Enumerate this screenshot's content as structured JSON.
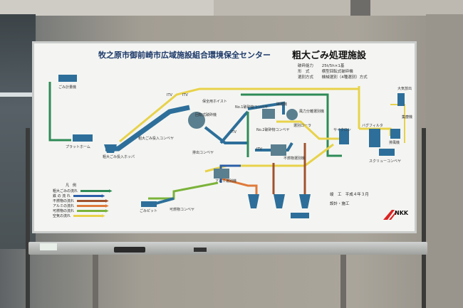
{
  "board": {
    "title": "牧之原市御前崎市広域施設組合環境保全センター",
    "subtitle": "粗大ごみ処理施設",
    "specs": [
      {
        "label": "破砕能力",
        "value": "25t/5h×1基"
      },
      {
        "label": "形　式",
        "value": "横型回転式破砕機"
      },
      {
        "label": "選別方式",
        "value": "機械選別（4種選別）方式"
      }
    ],
    "labels": {
      "truck_scale": "ごみ計量機",
      "platform": "プラットホーム",
      "hopper": "粗大ごみ投入ホッパ",
      "input_conveyor": "粗大ごみ投入コンベヤ",
      "crusher_hoist": "保全用ホイスト",
      "rotary_crusher": "回転式破砕機",
      "discharge_conveyor": "排出コンベヤ",
      "post_crush_conveyor_1": "No.1破砕物コンベヤ",
      "post_crush_conveyor_2": "No.2破砕物コンベヤ",
      "magnet": "磁選機",
      "wind_sorter": "風力分離選別機",
      "cyclone": "サイクロン",
      "bag_filter": "バグフィルタ",
      "blower": "排風機",
      "screw_conveyor": "スクリューコンベヤ",
      "aluminum_sorter": "アルミ選別機",
      "nonburn_sorter": "不燃物選別機",
      "burnable_conveyor": "可燃物コンベヤ",
      "dust_pit": "ごみピット",
      "stack_top": "大気放出",
      "dust_hopper": "集塵機",
      "itv": "ITV",
      "roller": "選別ローラ"
    },
    "legend": {
      "title": "凡　例",
      "items": [
        {
          "label": "粗大ごみの流れ",
          "color": "#2e8b57"
        },
        {
          "label": "鉄 の 流 れ",
          "color": "#2b5fa8"
        },
        {
          "label": "不燃物の流れ",
          "color": "#a0522d"
        },
        {
          "label": "アルミの流れ",
          "color": "#e07a3a"
        },
        {
          "label": "可燃物の流れ",
          "color": "#7bb33a"
        },
        {
          "label": "空気の流れ",
          "color": "#e8d24a"
        }
      ]
    },
    "footer": {
      "completed_label": "竣　工",
      "completed_value": "平成４年３月",
      "builder_label": "設計・施工",
      "company": "NKK"
    }
  },
  "colors": {
    "main_flow": "#2e8b57",
    "steel_flow": "#2b5fa8",
    "air_flow": "#e8d24a",
    "aluminum_flow": "#e07a3a",
    "burnable_flow": "#7bb33a",
    "nonburn_flow": "#a0522d",
    "equipment": "#2d6f9a"
  }
}
